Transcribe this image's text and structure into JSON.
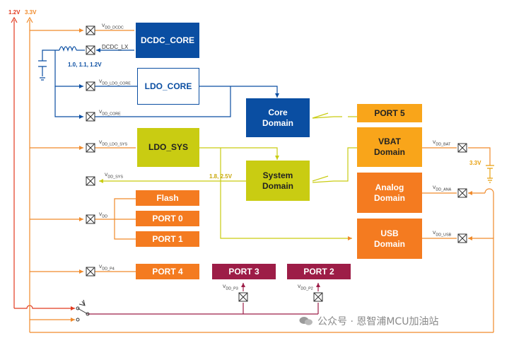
{
  "rails": {
    "v12": "1.2V",
    "v33": "3.3V"
  },
  "blocks": {
    "dcdc_core": "DCDC_CORE",
    "ldo_core": "LDO_CORE",
    "core_domain": [
      "Core",
      "Domain"
    ],
    "ldo_sys": "LDO_SYS",
    "system_domain": [
      "System",
      "Domain"
    ],
    "port5": "PORT 5",
    "vbat_domain": [
      "VBAT",
      "Domain"
    ],
    "analog_domain": [
      "Analog",
      "Domain"
    ],
    "usb_domain": [
      "USB",
      "Domain"
    ],
    "flash": "Flash",
    "port0": "PORT 0",
    "port1": "PORT 1",
    "port4": "PORT 4",
    "port3": "PORT 3",
    "port2": "PORT 2"
  },
  "pins": {
    "vdd_dcdc": {
      "main": "V",
      "sub": "DD_DCDC"
    },
    "dcdc_lx": "DCDC_LX",
    "vdd_ldo_core": {
      "main": "V",
      "sub": "DD_LDO_CORE"
    },
    "vdd_core": {
      "main": "V",
      "sub": "DD_CORE"
    },
    "vdd_ldo_sys": {
      "main": "V",
      "sub": "DD_LDO_SYS"
    },
    "vdd_sys": {
      "main": "V",
      "sub": "DD_SYS"
    },
    "vdd": {
      "main": "V",
      "sub": "DD"
    },
    "vdd_p4": {
      "main": "V",
      "sub": "DD_P4"
    },
    "vdd_p3": {
      "main": "V",
      "sub": "DD_P3"
    },
    "vdd_p2": {
      "main": "V",
      "sub": "DD_P2"
    },
    "vdd_bat": {
      "main": "V",
      "sub": "DD_BAT"
    },
    "vdd_ana": {
      "main": "V",
      "sub": "DD_ANA"
    },
    "vdd_usb": {
      "main": "V",
      "sub": "DD_USB"
    }
  },
  "voltage_labels": {
    "core_options": "1.0, 1.1, 1.2V",
    "sys_options": "1.8, 2.5V",
    "battery": "3.3V"
  },
  "watermark": "公众号 · 恩智浦MCU加油站",
  "colors": {
    "blue": "#0a4ea2",
    "orange_wire": "#f08a2a",
    "red_wire": "#e23a1f",
    "yellow_wire": "#c9cc12",
    "maroon": "#9d1d47"
  }
}
